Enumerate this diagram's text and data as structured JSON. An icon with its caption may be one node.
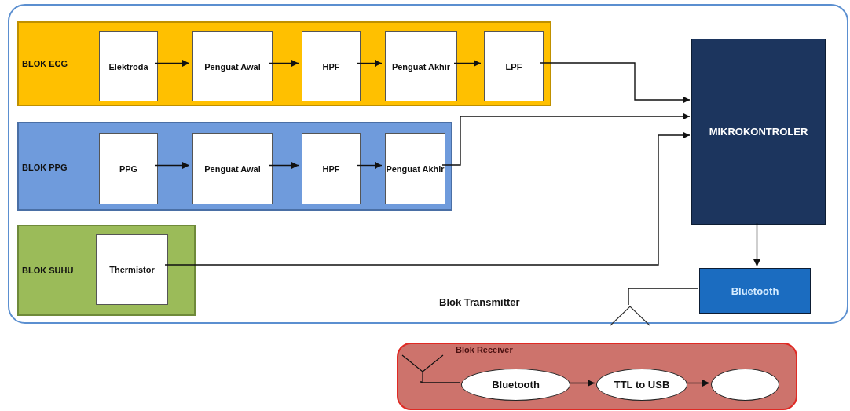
{
  "diagram": {
    "nodes": [
      {
        "text": [
          "Blok Transmitter"
        ]
      },
      {
        "text": [
          "BLOK ECG"
        ],
        "in": 0
      },
      {
        "text": [
          "Elektroda"
        ],
        "in": 1
      },
      {
        "text": [
          "Penguat Awal"
        ],
        "in": 1
      },
      {
        "text": [
          "HPF"
        ],
        "in": 1
      },
      {
        "text": [
          "Penguat Akhir"
        ],
        "in": 1
      },
      {
        "text": [
          "LPF"
        ],
        "in": 1
      },
      {
        "text": [
          "BLOK PPG"
        ],
        "in": 0
      },
      {
        "text": [
          "PPG"
        ],
        "in": 7
      },
      {
        "text": [
          "Penguat Awal"
        ],
        "in": 7
      },
      {
        "text": [
          "HPF"
        ],
        "in": 7
      },
      {
        "text": [
          "Penguat Akhir"
        ],
        "in": 7
      },
      {
        "text": [
          "BLOK SUHU"
        ],
        "in": 0
      },
      {
        "text": [
          "Thermistor"
        ],
        "in": 12
      },
      {
        "text": [
          "MIKROKONTROLER"
        ],
        "in": 0
      },
      {
        "text": [
          "Bluetooth"
        ],
        "in": 0
      },
      {
        "text": [],
        "shape": "antenna",
        "in": 0
      },
      {
        "text": [
          "Blok Receiver"
        ]
      },
      {
        "text": [],
        "shape": "antenna",
        "in": 17
      },
      {
        "text": [
          "Bluetooth"
        ],
        "in": 17
      },
      {
        "text": [
          "TTL to USB"
        ],
        "in": 17
      },
      {
        "text": [],
        "shape": "oval",
        "in": 17
      }
    ],
    "edges": [
      {
        "from": 2,
        "to": 3,
        "arrow": "to"
      },
      {
        "from": 3,
        "to": 4,
        "arrow": "to"
      },
      {
        "from": 4,
        "to": 5,
        "arrow": "to"
      },
      {
        "from": 5,
        "to": 6,
        "arrow": "to"
      },
      {
        "from": 6,
        "to": 14,
        "arrow": "to"
      },
      {
        "from": 8,
        "to": 9,
        "arrow": "to"
      },
      {
        "from": 9,
        "to": 10,
        "arrow": "to"
      },
      {
        "from": 10,
        "to": 11,
        "arrow": "to"
      },
      {
        "from": 11,
        "to": 14,
        "arrow": "to"
      },
      {
        "from": 13,
        "to": 14,
        "arrow": "to"
      },
      {
        "from": 14,
        "to": 15,
        "arrow": "to"
      },
      {
        "from": 15,
        "to": 16,
        "arrow": "none"
      },
      {
        "from": 18,
        "to": 19,
        "arrow": "none"
      },
      {
        "from": 19,
        "to": 20,
        "arrow": "to"
      },
      {
        "from": 20,
        "to": 21,
        "arrow": "to"
      }
    ]
  }
}
